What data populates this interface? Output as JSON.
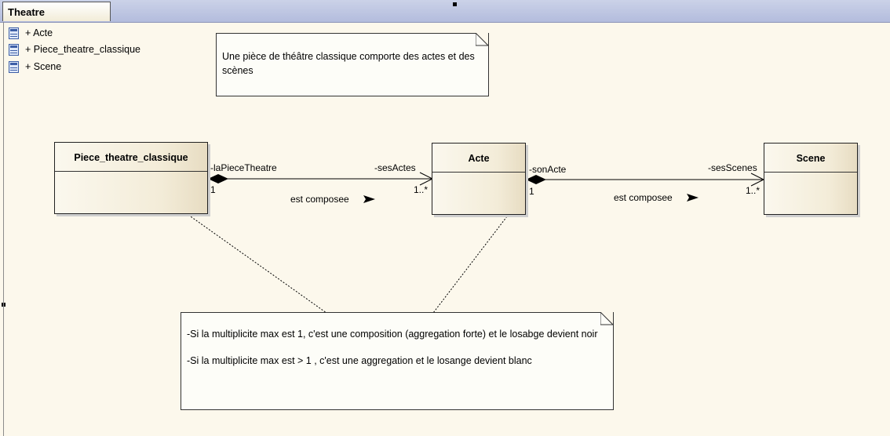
{
  "tab": {
    "title": "Theatre"
  },
  "tree": {
    "items": [
      {
        "label": "+ Acte",
        "icon": "class-icon"
      },
      {
        "label": "+ Piece_theatre_classique",
        "icon": "class-icon"
      },
      {
        "label": "+ Scene",
        "icon": "class-icon"
      }
    ]
  },
  "notes": {
    "top": "Une pièce de théâtre classique comporte des actes et des scènes",
    "bottom_line1": "-Si la multiplicite max est 1, c'est une composition (aggregation forte) et le losabge devient noir",
    "bottom_line2": "-Si la multiplicite max est > 1 , c'est une aggregation et le losange devient blanc"
  },
  "classes": {
    "piece": "Piece_theatre_classique",
    "acte": "Acte",
    "scene": "Scene"
  },
  "assoc1": {
    "source_role": "-laPieceTheatre",
    "source_mult": "1",
    "target_role": "-sesActes",
    "target_mult": "1..*",
    "name": "est composee"
  },
  "assoc2": {
    "source_role": "-sonActe",
    "source_mult": "1",
    "target_role": "-sesScenes",
    "target_mult": "1..*",
    "name": "est composee"
  },
  "colors": {
    "canvas": "#fcf8ec",
    "class_fill": "#f3ecd8",
    "note_fill": "#fdfdf8",
    "toolbar": "#b3bcdd"
  }
}
